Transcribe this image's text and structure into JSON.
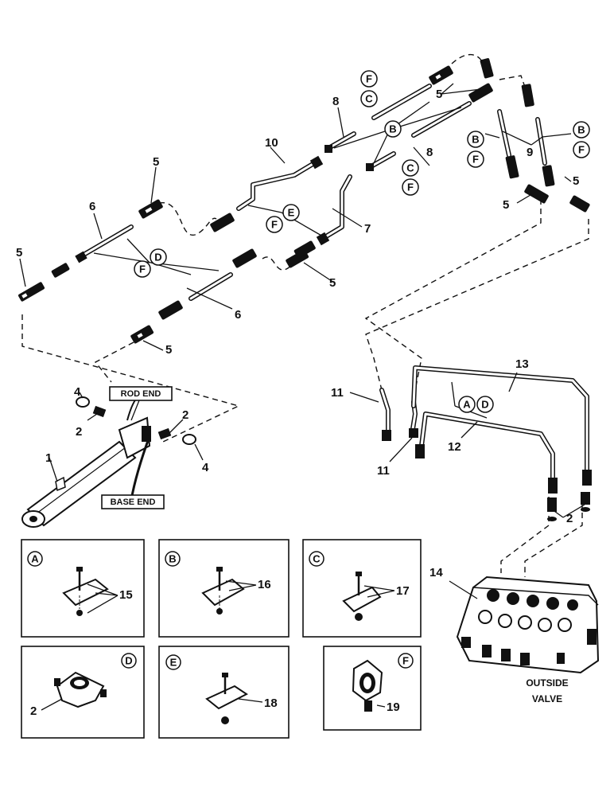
{
  "labels": {
    "rod_end": "ROD END",
    "base_end": "BASE END",
    "outside_valve_line1": "OUTSIDE",
    "outside_valve_line2": "VALVE"
  },
  "callouts": {
    "n1": "1",
    "n2": "2",
    "n4": "4",
    "n5": "5",
    "n6": "6",
    "n7": "7",
    "n8": "8",
    "n9": "9",
    "n10": "10",
    "n11": "11",
    "n12": "12",
    "n13": "13",
    "n14": "14",
    "n15": "15",
    "n16": "16",
    "n17": "17",
    "n18": "18",
    "n19": "19"
  },
  "letters": {
    "A": "A",
    "B": "B",
    "C": "C",
    "D": "D",
    "E": "E",
    "F": "F"
  }
}
